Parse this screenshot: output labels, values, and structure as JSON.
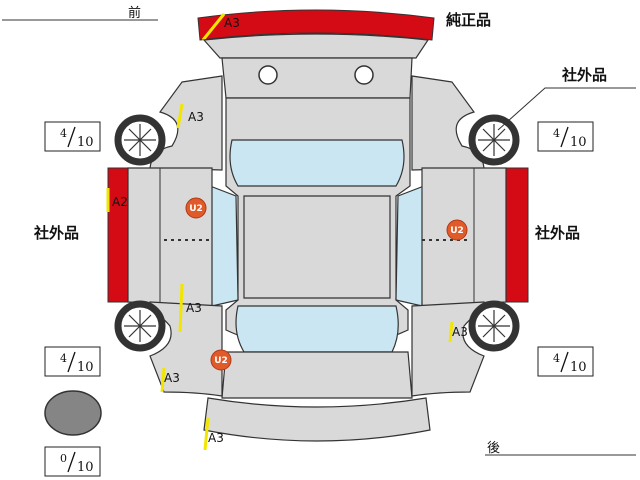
{
  "direction": {
    "front": "前",
    "rear": "後"
  },
  "part_labels": {
    "top_right": "純正品",
    "right_upper": "社外品",
    "left_middle": "社外品",
    "right_middle": "社外品"
  },
  "damage_codes": {
    "front_bumper": "A3",
    "front_left_fender": "A3",
    "left_door_front": "A2",
    "left_rocker_rear": "A3",
    "left_rear_quarter": "A3",
    "rear_bumper": "A3",
    "right_rear_quarter": "A3"
  },
  "badges": {
    "left_front_door": "U2",
    "right_front_door": "U2",
    "left_rear": "U2"
  },
  "tires": {
    "front_left": {
      "num": "4",
      "den": "10"
    },
    "front_right": {
      "num": "4",
      "den": "10"
    },
    "rear_left": {
      "num": "4",
      "den": "10"
    },
    "rear_right": {
      "num": "4",
      "den": "10"
    },
    "spare": {
      "num": "0",
      "den": "10"
    }
  },
  "colors": {
    "replaced_part": "#d40a14",
    "damage_marker": "#f2e600",
    "badge": "#e05a2a",
    "glass": "#c9e6f2",
    "panel": "#d9d9d9"
  }
}
